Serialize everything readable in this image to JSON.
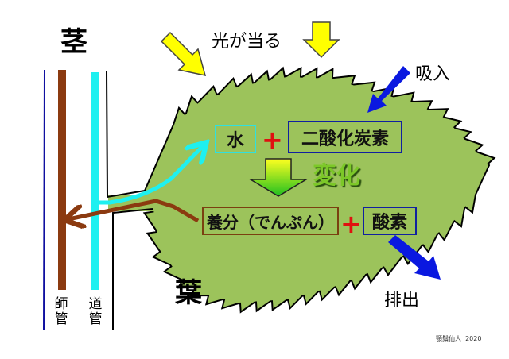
{
  "labels": {
    "stem": "茎",
    "leaf": "葉",
    "light": "光が当る",
    "intake": "吸入",
    "exhaust": "排出",
    "phloem": "師管",
    "xylem": "道管",
    "change": "変化",
    "credit": "顎鬚仙人  2020"
  },
  "reaction": {
    "water": "水",
    "co2": "二酸化炭素",
    "plus": "+",
    "nutrient": "養分（でんぷん）",
    "oxygen": "酸素"
  },
  "colors": {
    "leaf": "#9cc35b",
    "phloem": "#8b3a10",
    "xylem": "#1ef0f0",
    "air": "#0a18e0",
    "light": "#ffff00"
  }
}
